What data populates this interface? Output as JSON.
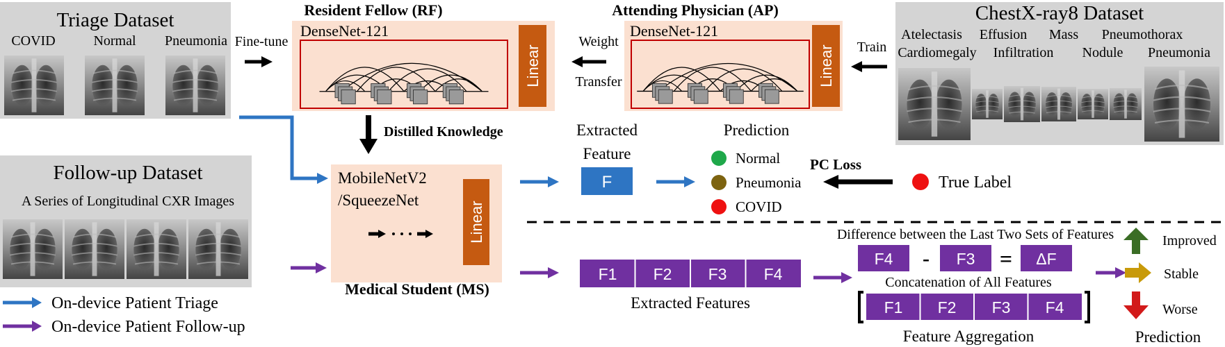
{
  "triage": {
    "title": "Triage Dataset",
    "labels": [
      "COVID",
      "Normal",
      "Pneumonia"
    ]
  },
  "followup": {
    "title": "Follow-up Dataset",
    "subtitle": "A Series of Longitudinal CXR Images"
  },
  "chestx": {
    "title": "ChestX-ray8 Dataset",
    "labels_row1": [
      "Atelectasis",
      "Effusion",
      "Mass",
      "Pneumothorax"
    ],
    "labels_row2": [
      "Cardiomegaly",
      "Infiltration",
      "Nodule",
      "Pneumonia"
    ]
  },
  "rf": {
    "title": "Resident Fellow (RF)",
    "backbone": "DenseNet-121",
    "head": "Linear"
  },
  "ap": {
    "title": "Attending Physician (AP)",
    "backbone": "DenseNet-121",
    "head": "Linear"
  },
  "ms": {
    "title": "Medical Student (MS)",
    "backbone_line1": "MobileNetV2",
    "backbone_line2": "/SqueezeNet",
    "head": "Linear"
  },
  "arrows": {
    "finetune": "Fine-tune",
    "weight": "Weight",
    "transfer": "Transfer",
    "train": "Train",
    "distilled": "Distilled Knowledge",
    "pc_loss": "PC Loss"
  },
  "triage_branch": {
    "extracted_line1": "Extracted",
    "extracted_line2": "Feature",
    "feature": "F",
    "prediction_title": "Prediction",
    "classes": [
      {
        "label": "Normal",
        "color": "#1fa84a"
      },
      {
        "label": "Pneumonia",
        "color": "#7d6310"
      },
      {
        "label": "COVID",
        "color": "#ee1111"
      }
    ],
    "true_label": "True Label",
    "true_label_color": "#ee1111"
  },
  "followup_branch": {
    "features": [
      "F1",
      "F2",
      "F3",
      "F4"
    ],
    "extracted_features": "Extracted Features",
    "diff_title": "Difference between the Last Two Sets of Features",
    "diff": {
      "a": "F4",
      "op": "-",
      "b": "F3",
      "eq": "=",
      "result": "ΔF"
    },
    "concat_title": "Concatenation of All Features",
    "concat": [
      "F1",
      "F2",
      "F3",
      "F4"
    ],
    "aggregation": "Feature Aggregation",
    "outcomes": [
      {
        "label": "Improved",
        "color": "#3a6d25"
      },
      {
        "label": "Stable",
        "color": "#c89a0a"
      },
      {
        "label": "Worse",
        "color": "#d21a1a"
      }
    ],
    "prediction": "Prediction"
  },
  "legend": [
    {
      "label": "On-device Patient Triage",
      "color": "#2e75c3"
    },
    {
      "label": "On-device Patient Follow-up",
      "color": "#7030a0"
    }
  ],
  "colors": {
    "blue": "#2e75c3",
    "purple": "#7030a0",
    "linear": "#c55a11",
    "model_bg": "#fbe0d0",
    "dataset_bg": "#d4d4d4"
  }
}
